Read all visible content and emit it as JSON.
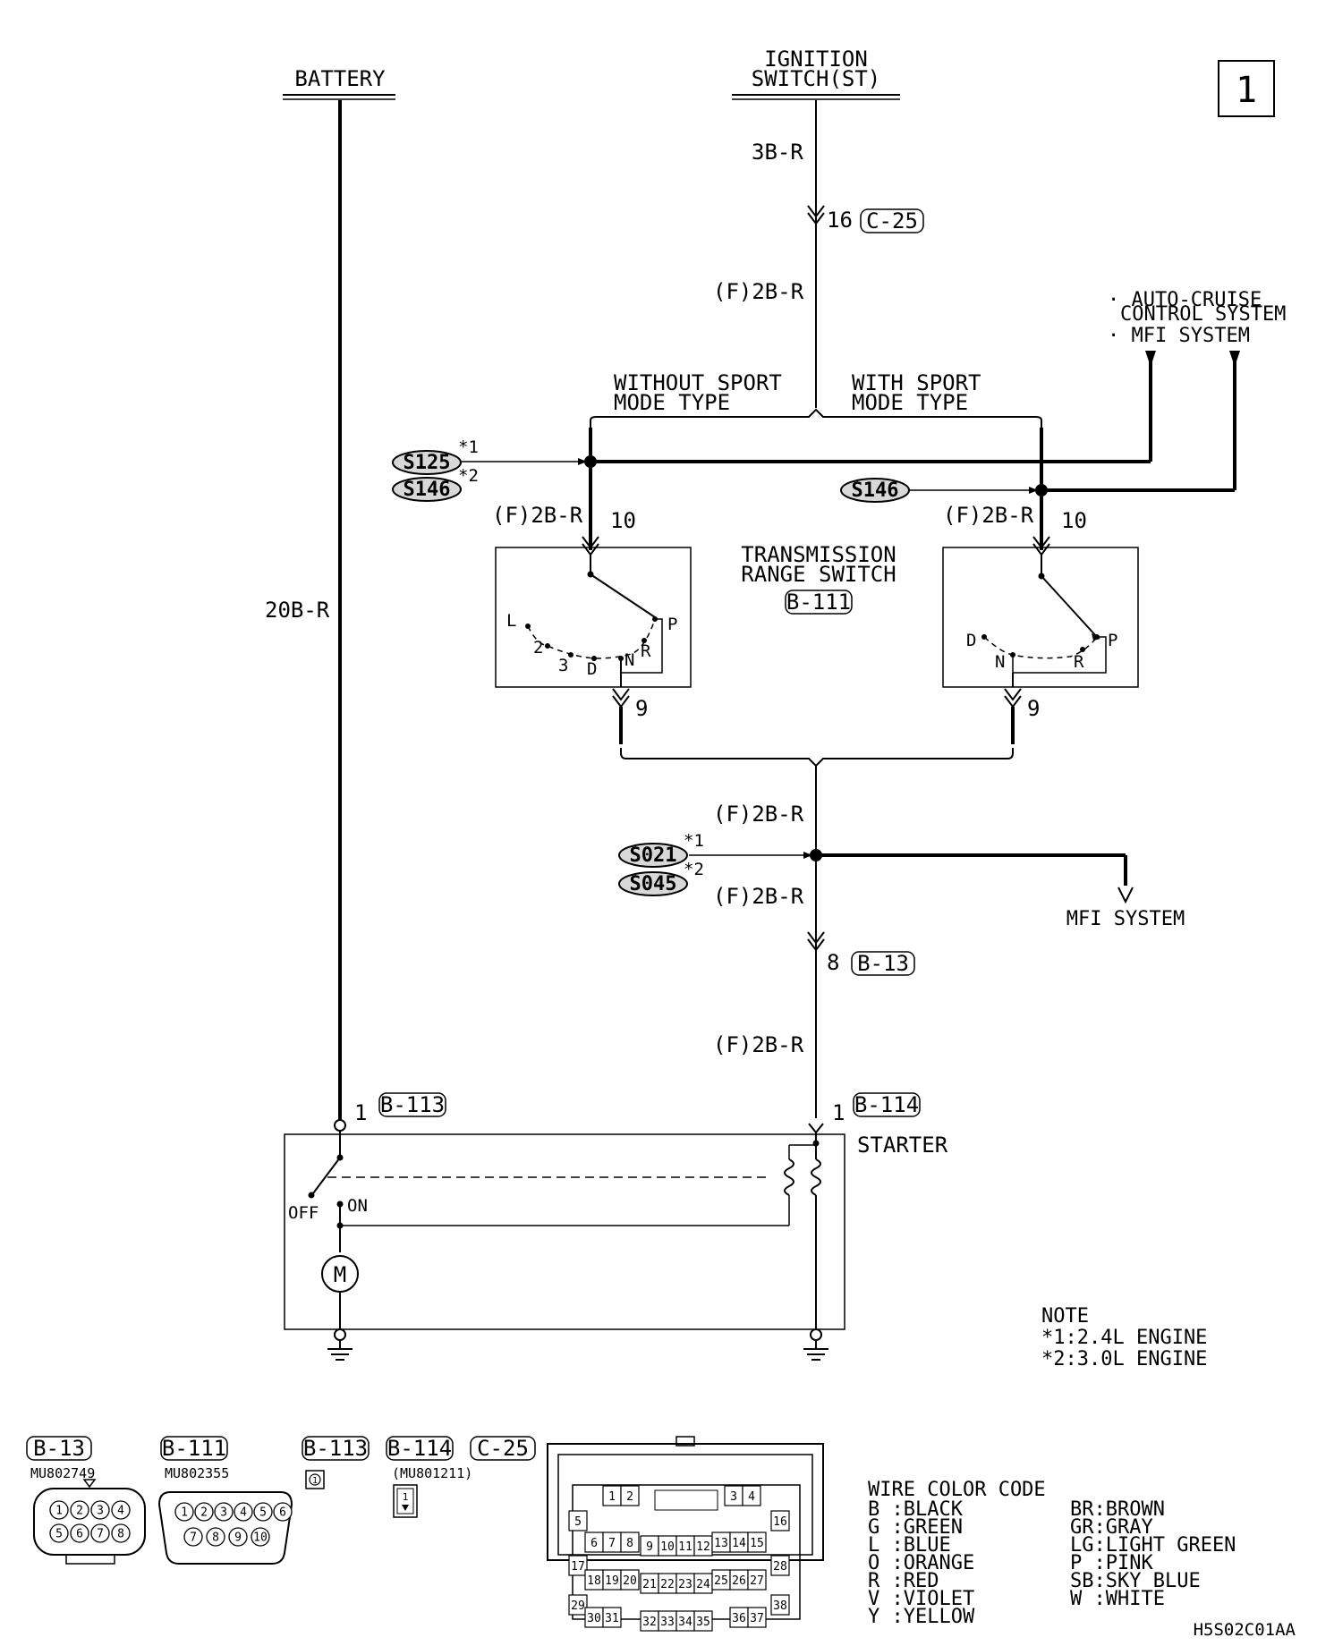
{
  "page_number": "1",
  "labels": {
    "battery": "BATTERY",
    "ignition_line1": "IGNITION",
    "ignition_line2": "SWITCH(ST)",
    "wire_3br": "3B-R",
    "wire_f2br": "(F)2B-R",
    "wire_20br": "20B-R",
    "pin_16": "16",
    "pin_10": "10",
    "pin_9": "9",
    "pin_8": "8",
    "pin_1": "1",
    "without_sport_1": "WITHOUT SPORT",
    "without_sport_2": "MODE TYPE",
    "with_sport_1": "WITH SPORT",
    "with_sport_2": "MODE TYPE",
    "auto_cruise_1": "· AUTO-CRUISE",
    "auto_cruise_2": "CONTROL SYSTEM",
    "mfi_system_top": "· MFI SYSTEM",
    "mfi_system": "MFI SYSTEM",
    "trs_1": "TRANSMISSION",
    "trs_2": "RANGE SWITCH",
    "starter": "STARTER",
    "off": "OFF",
    "on": "ON",
    "motor": "M",
    "star1": "*1",
    "star2": "*2",
    "pos_L": "L",
    "pos_2": "2",
    "pos_3": "3",
    "pos_D": "D",
    "pos_N": "N",
    "pos_R": "R",
    "pos_P": "P",
    "figure_code": "H5S02C01AA"
  },
  "connectors": {
    "c25": "C-25",
    "b111": "B-111",
    "b13": "B-13",
    "b113": "B-113",
    "b114": "B-114"
  },
  "splices": {
    "s125": "S125",
    "s146": "S146",
    "s021": "S021",
    "s045": "S045"
  },
  "note": {
    "title": "NOTE",
    "line1": "*1:2.4L ENGINE",
    "line2": "*2:3.0L ENGINE"
  },
  "connector_legend": {
    "b13_part": "MU802749",
    "b111_part": "MU802355",
    "b114_part": "(MU801211)",
    "b113_pin": "1",
    "b114_pin": "1",
    "b13_pins": [
      "1",
      "2",
      "3",
      "4",
      "5",
      "6",
      "7",
      "8"
    ],
    "b111_pins": [
      "1",
      "2",
      "3",
      "4",
      "5",
      "6",
      "7",
      "8",
      "9",
      "10"
    ],
    "c25_pins": [
      "1",
      "2",
      "3",
      "4",
      "5",
      "6",
      "7",
      "8",
      "9",
      "10",
      "11",
      "12",
      "13",
      "14",
      "15",
      "16",
      "17",
      "18",
      "19",
      "20",
      "21",
      "22",
      "23",
      "24",
      "25",
      "26",
      "27",
      "28",
      "29",
      "30",
      "31",
      "32",
      "33",
      "34",
      "35",
      "36",
      "37",
      "38"
    ]
  },
  "wire_color_code": {
    "title": "WIRE COLOR CODE",
    "left": [
      "B :BLACK",
      "G :GREEN",
      "L :BLUE",
      "O :ORANGE",
      "R :RED",
      "V :VIOLET",
      "Y :YELLOW"
    ],
    "right": [
      "BR:BROWN",
      "GR:GRAY",
      "LG:LIGHT GREEN",
      "P :PINK",
      "SB:SKY BLUE",
      "W :WHITE"
    ]
  }
}
